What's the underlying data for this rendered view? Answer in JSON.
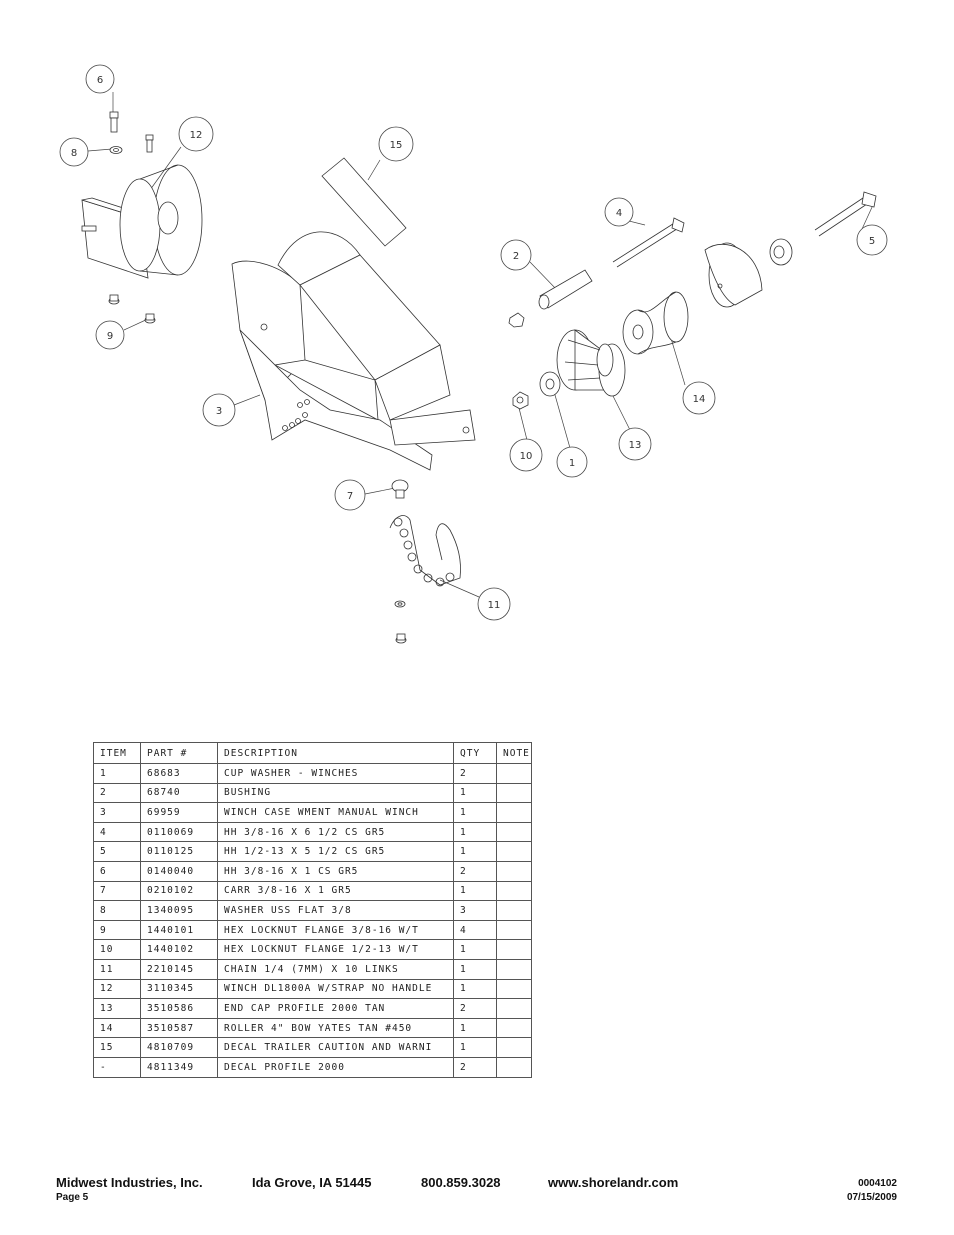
{
  "callouts": {
    "c1": "1",
    "c2": "2",
    "c3": "3",
    "c4": "4",
    "c5": "5",
    "c6": "6",
    "c7": "7",
    "c8": "8",
    "c9": "9",
    "c10": "10",
    "c11": "11",
    "c12": "12",
    "c13": "13",
    "c14": "14",
    "c15": "15"
  },
  "table": {
    "headers": {
      "item": "ITEM",
      "part": "PART #",
      "description": "DESCRIPTION",
      "qty": "QTY",
      "note": "NOTE"
    },
    "rows": [
      {
        "item": "1",
        "part": "68683",
        "description": "CUP WASHER - WINCHES",
        "qty": "2",
        "note": ""
      },
      {
        "item": "2",
        "part": "68740",
        "description": "BUSHING",
        "qty": "1",
        "note": ""
      },
      {
        "item": "3",
        "part": "69959",
        "description": "WINCH CASE WMENT MANUAL WINCH",
        "qty": "1",
        "note": ""
      },
      {
        "item": "4",
        "part": "0110069",
        "description": "HH 3/8-16 X 6 1/2 CS GR5",
        "qty": "1",
        "note": ""
      },
      {
        "item": "5",
        "part": "0110125",
        "description": "HH 1/2-13 X 5 1/2 CS GR5",
        "qty": "1",
        "note": ""
      },
      {
        "item": "6",
        "part": "0140040",
        "description": "HH 3/8-16 X 1 CS GR5",
        "qty": "2",
        "note": ""
      },
      {
        "item": "7",
        "part": "0210102",
        "description": "CARR 3/8-16 X 1 GR5",
        "qty": "1",
        "note": ""
      },
      {
        "item": "8",
        "part": "1340095",
        "description": "WASHER USS FLAT 3/8",
        "qty": "3",
        "note": ""
      },
      {
        "item": "9",
        "part": "1440101",
        "description": "HEX LOCKNUT FLANGE 3/8-16 W/T",
        "qty": "4",
        "note": ""
      },
      {
        "item": "10",
        "part": "1440102",
        "description": "HEX LOCKNUT FLANGE 1/2-13 W/T",
        "qty": "1",
        "note": ""
      },
      {
        "item": "11",
        "part": "2210145",
        "description": "CHAIN 1/4 (7MM) X 10 LINKS",
        "qty": "1",
        "note": ""
      },
      {
        "item": "12",
        "part": "3110345",
        "description": "WINCH DL1800A W/STRAP  NO HANDLE",
        "qty": "1",
        "note": ""
      },
      {
        "item": "13",
        "part": "3510586",
        "description": "END CAP PROFILE 2000 TAN",
        "qty": "2",
        "note": ""
      },
      {
        "item": "14",
        "part": "3510587",
        "description": "ROLLER 4\" BOW YATES TAN #450",
        "qty": "1",
        "note": ""
      },
      {
        "item": "15",
        "part": "4810709",
        "description": "DECAL TRAILER CAUTION AND WARNI",
        "qty": "1",
        "note": ""
      },
      {
        "item": "-",
        "part": "4811349",
        "description": "DECAL PROFILE 2000",
        "qty": "2",
        "note": ""
      }
    ]
  },
  "footer": {
    "company": "Midwest Industries, Inc.",
    "location": "Ida Grove, IA  51445",
    "phone": "800.859.3028",
    "website": "www.shorelandr.com",
    "page": "Page 5",
    "doc_number": "0004102",
    "date": "07/15/2009"
  }
}
